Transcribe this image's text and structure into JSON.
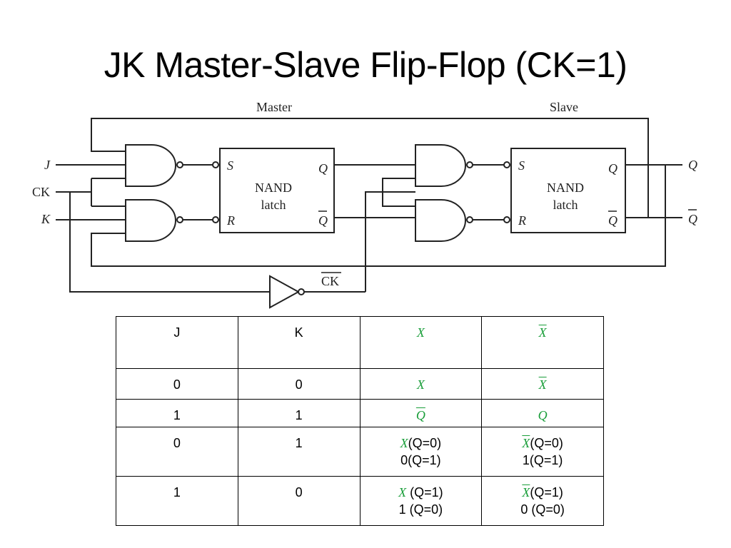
{
  "slide": {
    "title": "JK Master-Slave Flip-Flop (CK=1)"
  },
  "circuit": {
    "label_master": "Master",
    "label_slave": "Slave",
    "input_j": "J",
    "input_ck": "CK",
    "input_k": "K",
    "output_q": "Q",
    "output_qbar": "Q",
    "inverter_out": "CK",
    "master_latch": {
      "line1": "NAND",
      "line2": "latch",
      "s": "S",
      "r": "R",
      "q": "Q",
      "qbar": "Q"
    },
    "slave_latch": {
      "line1": "NAND",
      "line2": "latch",
      "s": "S",
      "r": "R",
      "q": "Q",
      "qbar": "Q"
    }
  },
  "table": {
    "headers": [
      "J",
      "K",
      "X",
      "X"
    ],
    "rows": [
      {
        "j": "0",
        "k": "0",
        "x": "X",
        "xbar": "X"
      },
      {
        "j": "1",
        "k": "1",
        "x": "Q",
        "xbar": "Q"
      },
      {
        "j": "0",
        "k": "1",
        "x_var": "X",
        "x_line1": "(Q=0)",
        "x_line2": "0(Q=1)",
        "xbar_var": "X",
        "xbar_line1": "(Q=0)",
        "xbar_line2": "1(Q=1)"
      },
      {
        "j": "1",
        "k": "0",
        "x_var": "X",
        "x_line1": " (Q=1)",
        "x_line2": "1 (Q=0)",
        "xbar_var": "X",
        "xbar_line1": "(Q=1)",
        "xbar_line2": "0 (Q=0)"
      }
    ]
  },
  "colors": {
    "variable_green": "#1a9e3a",
    "line": "#222222"
  }
}
